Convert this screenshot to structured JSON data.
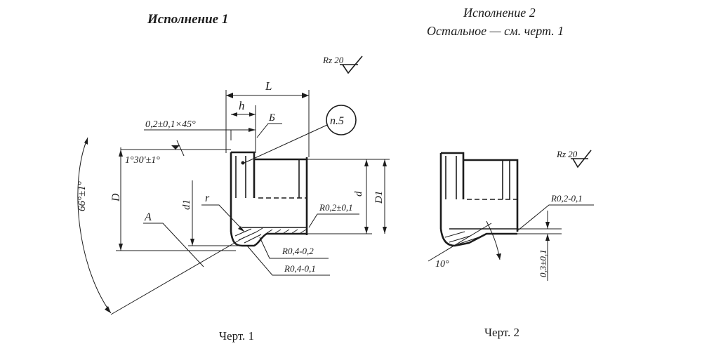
{
  "fig1": {
    "title": "Исполнение 1",
    "caption": "Черт. 1",
    "roughness": "Rz 20",
    "dims": {
      "L": "L",
      "h": "h",
      "chamfer": "0,2±0,1×45°",
      "angle_small": "1°30'±1°",
      "angle_big": "66°±1°",
      "D": "D",
      "d1": "d1",
      "d": "d",
      "D1": "D1",
      "r": "r",
      "radius1": "R0,2±0,1",
      "radius2": "R0,4-0,2",
      "radius3": "R0,4-0,1"
    },
    "labels": {
      "A": "A",
      "B": "Б",
      "note": "п.5"
    }
  },
  "fig2": {
    "title": "Исполнение 2",
    "subtitle": "Остальное — см. черт. 1",
    "caption": "Черт. 2",
    "roughness": "Rz 20",
    "dims": {
      "radius": "R0,2-0,1",
      "angle": "10°",
      "offset": "0,3±0,1"
    }
  }
}
